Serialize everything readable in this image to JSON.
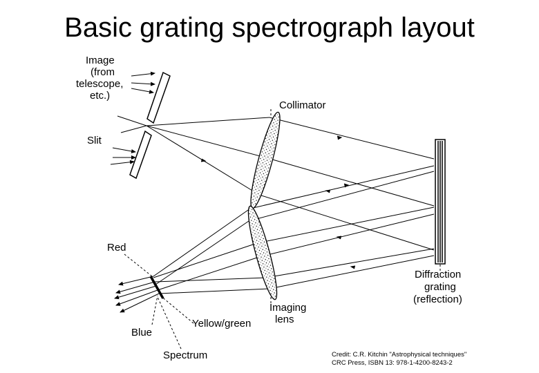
{
  "title": "Basic grating spectrograph layout",
  "labels": {
    "image": [
      "Image",
      "(from",
      "telescope,",
      "etc.)"
    ],
    "slit": "Slit",
    "collimator": "Collimator",
    "red": "Red",
    "grating": [
      "Diffraction",
      "grating",
      "(reflection)"
    ],
    "imaging_lens": [
      "Imaging",
      "lens"
    ],
    "yellow_green": "Yellow/green",
    "blue": "Blue",
    "spectrum": "Spectrum"
  },
  "credit": {
    "line1": "Credit: C.R. Kitchin \"Astrophysical techniques\"",
    "line2": "CRC Press, ISBN 13: 978-1-4200-8243-2"
  },
  "colors": {
    "ink": "#000000",
    "background": "#ffffff"
  }
}
